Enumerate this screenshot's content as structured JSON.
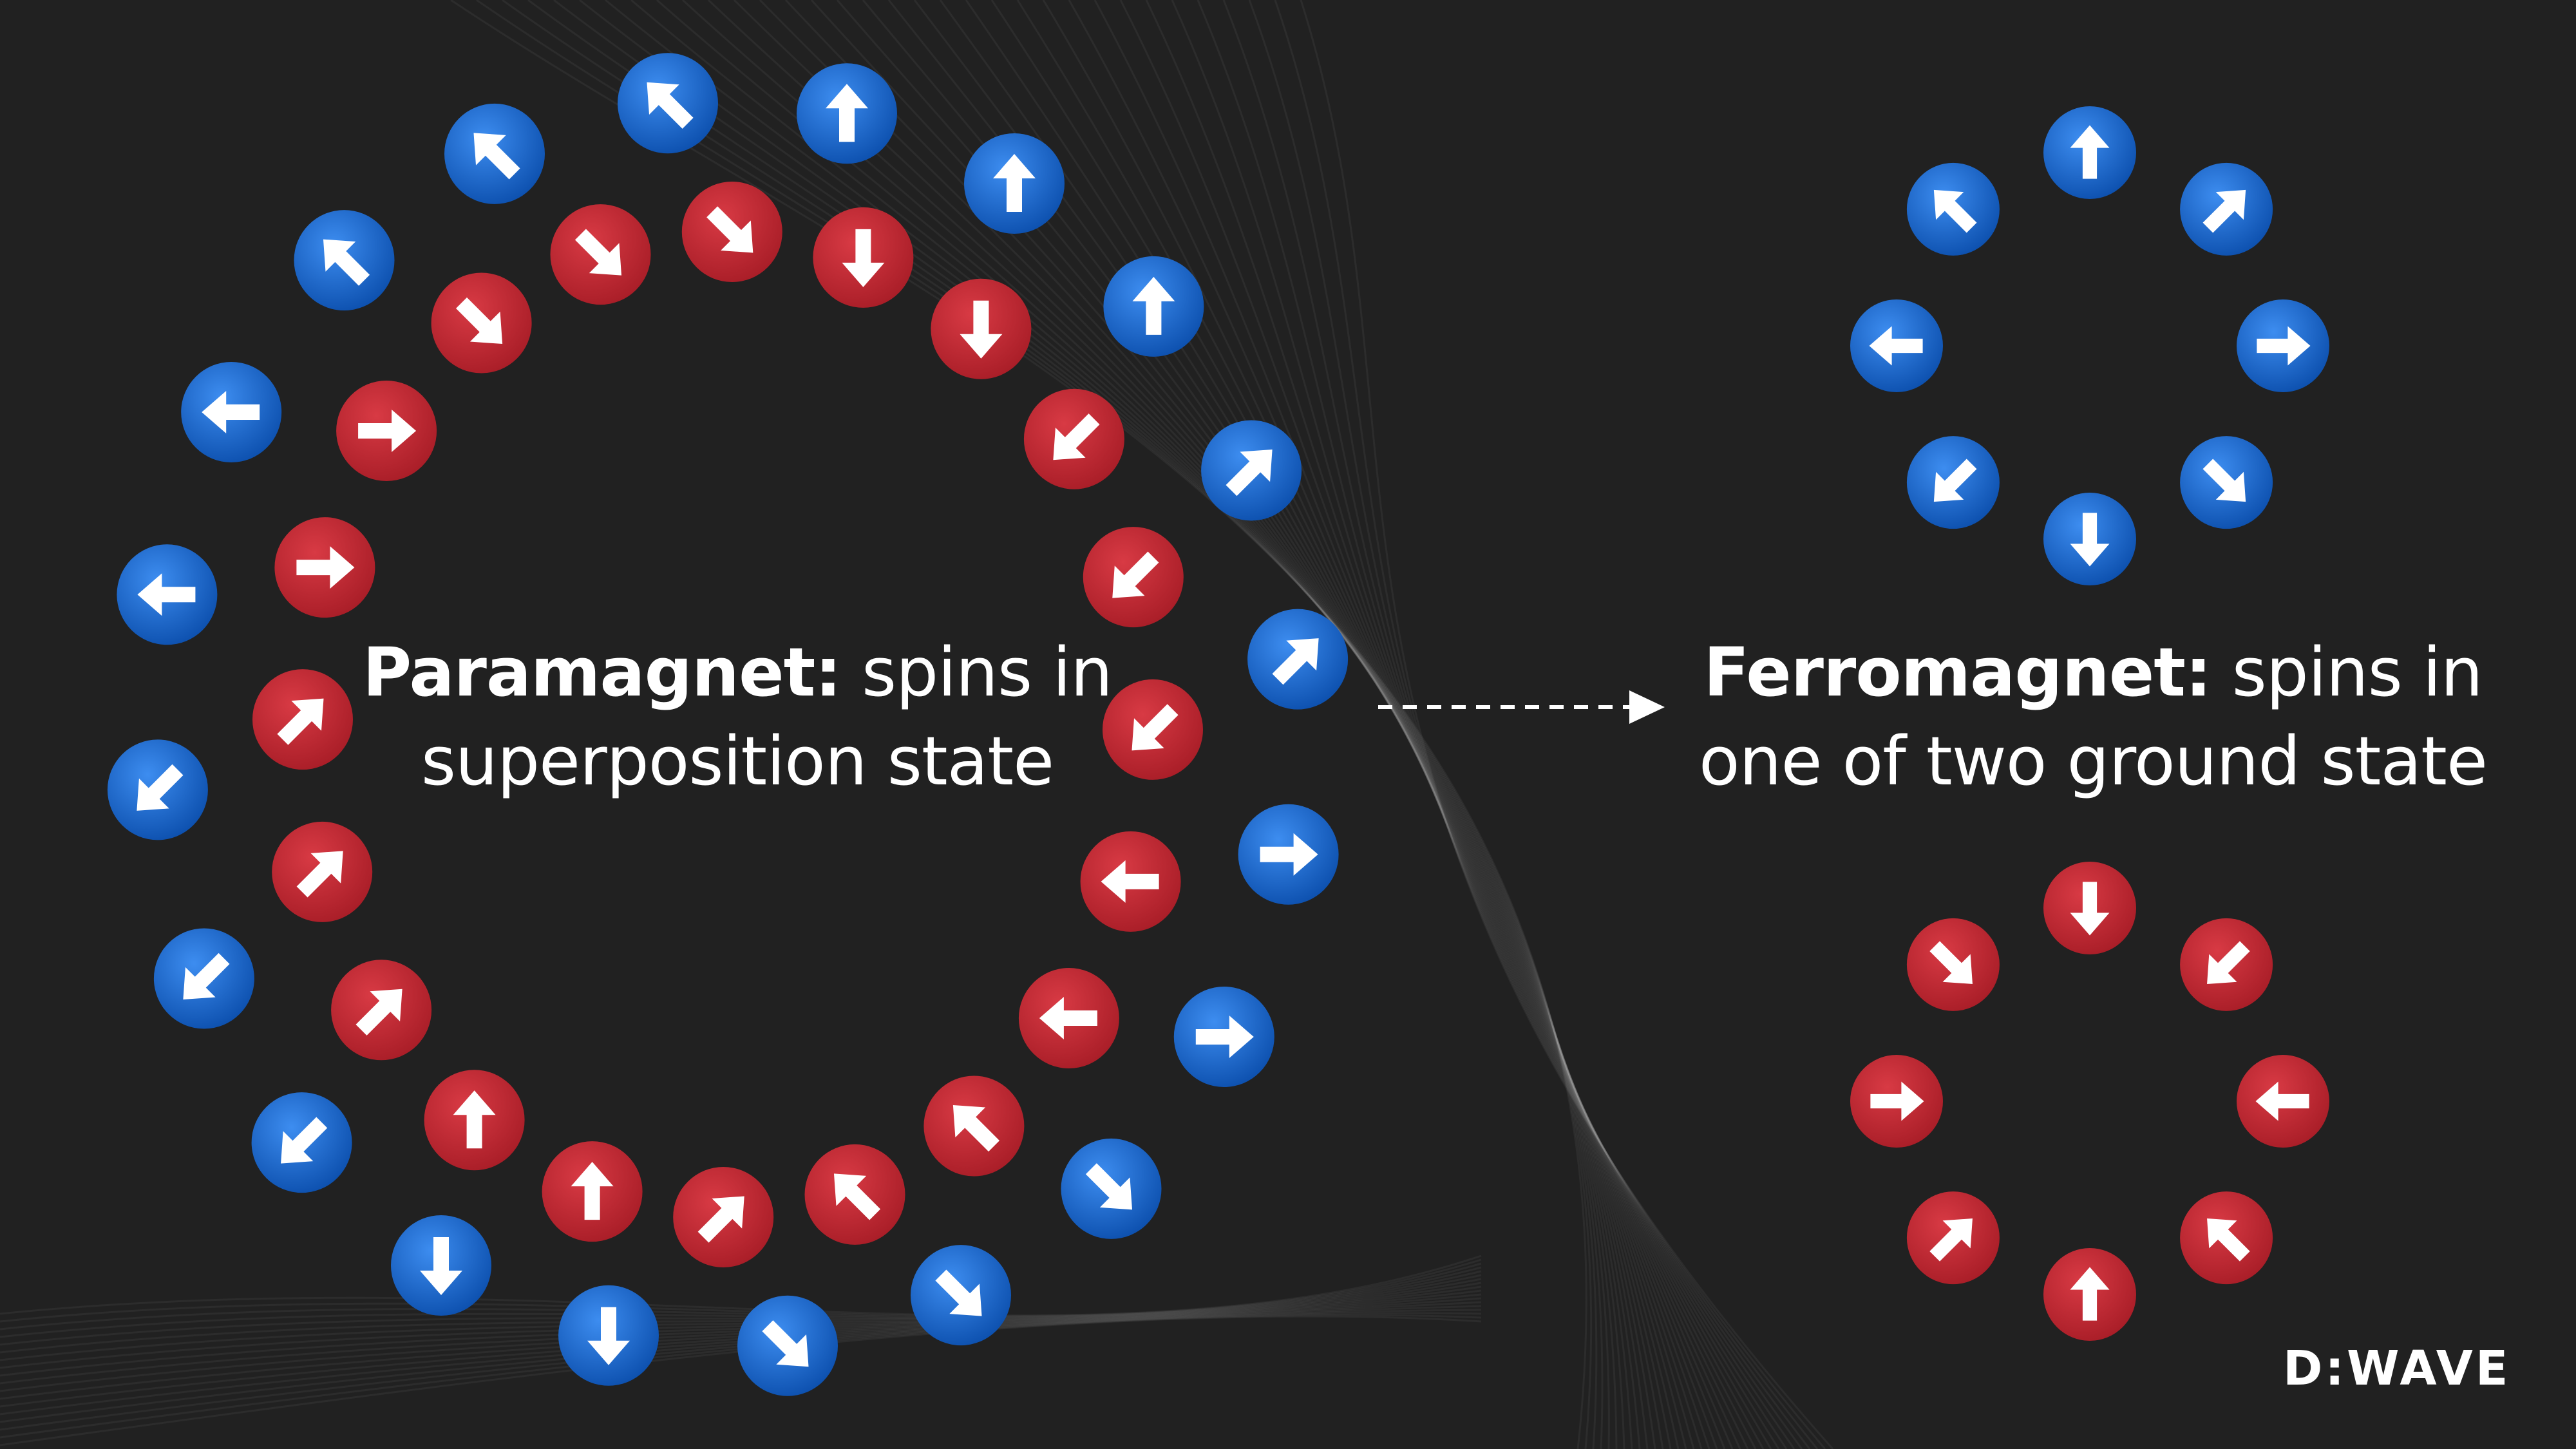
{
  "paramagnet": {
    "term": "Paramagnet:",
    "description_line1": " spins in",
    "description_line2": "superposition state"
  },
  "ferromagnet": {
    "term": "Ferromagnet:",
    "description_line1": " spins in",
    "description_line2": "one of two ground state"
  },
  "transition_arrow": {
    "style": "dashed",
    "direction": "right"
  },
  "logo": {
    "text": "D:WAVE"
  },
  "colors": {
    "background": "#212121",
    "spin_up_blue": "#1f6fd1",
    "spin_down_red": "#c92834",
    "arrow": "#ffffff"
  },
  "spin_pair_directions": [
    {
      "blue": "up",
      "red": "down"
    },
    {
      "blue": "up",
      "red": "down"
    },
    {
      "blue": "up",
      "red": "down-left"
    },
    {
      "blue": "up-right",
      "red": "down-left"
    },
    {
      "blue": "up-right",
      "red": "down-left"
    },
    {
      "blue": "right",
      "red": "left"
    },
    {
      "blue": "right",
      "red": "left"
    },
    {
      "blue": "down-right",
      "red": "up-left"
    },
    {
      "blue": "down-right",
      "red": "up-left"
    },
    {
      "blue": "down-right",
      "red": "up-right"
    },
    {
      "blue": "down",
      "red": "up"
    },
    {
      "blue": "down",
      "red": "up"
    },
    {
      "blue": "down-left",
      "red": "up-right"
    },
    {
      "blue": "down-left",
      "red": "up-right"
    },
    {
      "blue": "down-left",
      "red": "up-right"
    },
    {
      "blue": "left",
      "red": "right"
    },
    {
      "blue": "left",
      "red": "right"
    },
    {
      "blue": "up-left",
      "red": "down-right"
    },
    {
      "blue": "up-left",
      "red": "down-right"
    },
    {
      "blue": "up-left",
      "red": "down-right"
    }
  ],
  "ferro_blue_ring": [
    "up",
    "up-right",
    "right",
    "down-right",
    "down",
    "down-left",
    "left",
    "up-left"
  ],
  "ferro_red_ring": [
    "down",
    "down-left",
    "left",
    "up-left",
    "up",
    "up-right",
    "right",
    "down-right"
  ]
}
